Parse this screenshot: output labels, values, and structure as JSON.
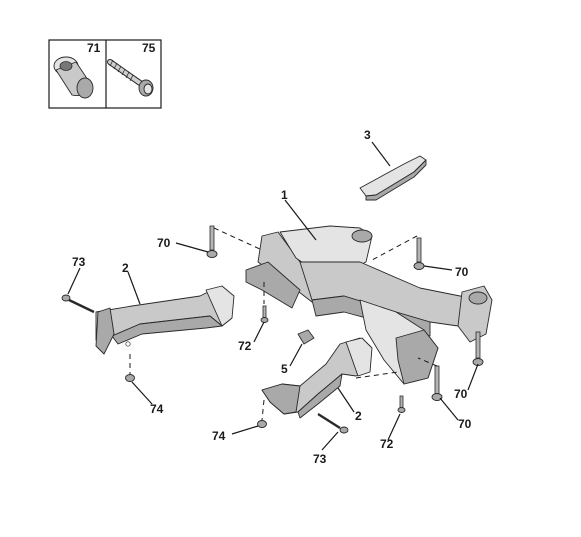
{
  "legend_box": {
    "left_label": "71",
    "right_label": "75"
  },
  "callouts": [
    {
      "id": "c-1",
      "label": "1"
    },
    {
      "id": "c-3",
      "label": "3"
    },
    {
      "id": "c-70a",
      "label": "70"
    },
    {
      "id": "c-70b",
      "label": "70"
    },
    {
      "id": "c-70c",
      "label": "70"
    },
    {
      "id": "c-70d",
      "label": "70"
    },
    {
      "id": "c-73a",
      "label": "73"
    },
    {
      "id": "c-73b",
      "label": "73"
    },
    {
      "id": "c-2a",
      "label": "2"
    },
    {
      "id": "c-2b",
      "label": "2"
    },
    {
      "id": "c-72a",
      "label": "72"
    },
    {
      "id": "c-72b",
      "label": "72"
    },
    {
      "id": "c-5",
      "label": "5"
    },
    {
      "id": "c-74a",
      "label": "74"
    },
    {
      "id": "c-74b",
      "label": "74"
    }
  ]
}
